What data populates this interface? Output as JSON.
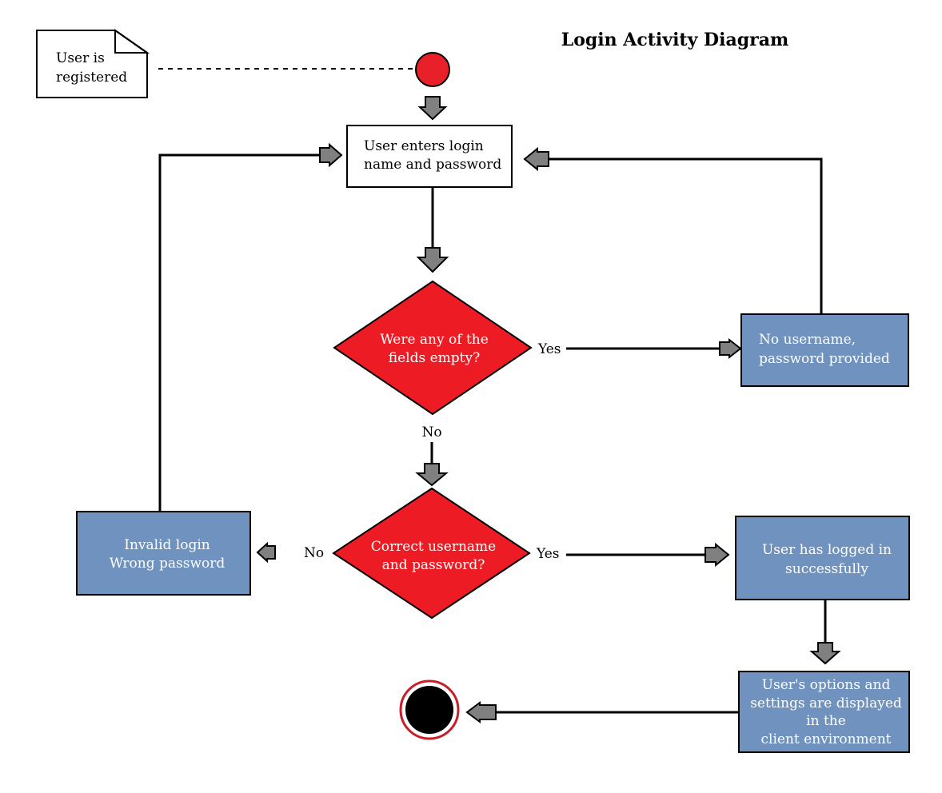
{
  "title": "Login Activity Diagram",
  "note": {
    "lines": [
      "User is",
      "registered"
    ]
  },
  "colors": {
    "start": "#e8202a",
    "decision": "#ed1c24",
    "process_blue": "#7092be",
    "arrow": "#808080",
    "end_ring": "#c8202a",
    "end_fill": "#000000"
  },
  "nodes": {
    "enter_credentials": {
      "lines": [
        "User enters login",
        "name and password"
      ]
    },
    "fields_empty": {
      "lines": [
        "Were any of the",
        "fields empty?"
      ]
    },
    "no_username": {
      "lines": [
        "No username,",
        "password provided"
      ]
    },
    "correct_credentials": {
      "lines": [
        "Correct username",
        "and password?"
      ]
    },
    "invalid_login": {
      "lines": [
        "Invalid login",
        "Wrong password"
      ]
    },
    "logged_in": {
      "lines": [
        "User has logged in",
        "successfully"
      ]
    },
    "options_displayed": {
      "lines": [
        "User's options and",
        "settings are displayed",
        "in the",
        "client environment"
      ]
    }
  },
  "edge_labels": {
    "fields_empty_yes": "Yes",
    "fields_empty_no": "No",
    "correct_no": "No",
    "correct_yes": "Yes"
  }
}
